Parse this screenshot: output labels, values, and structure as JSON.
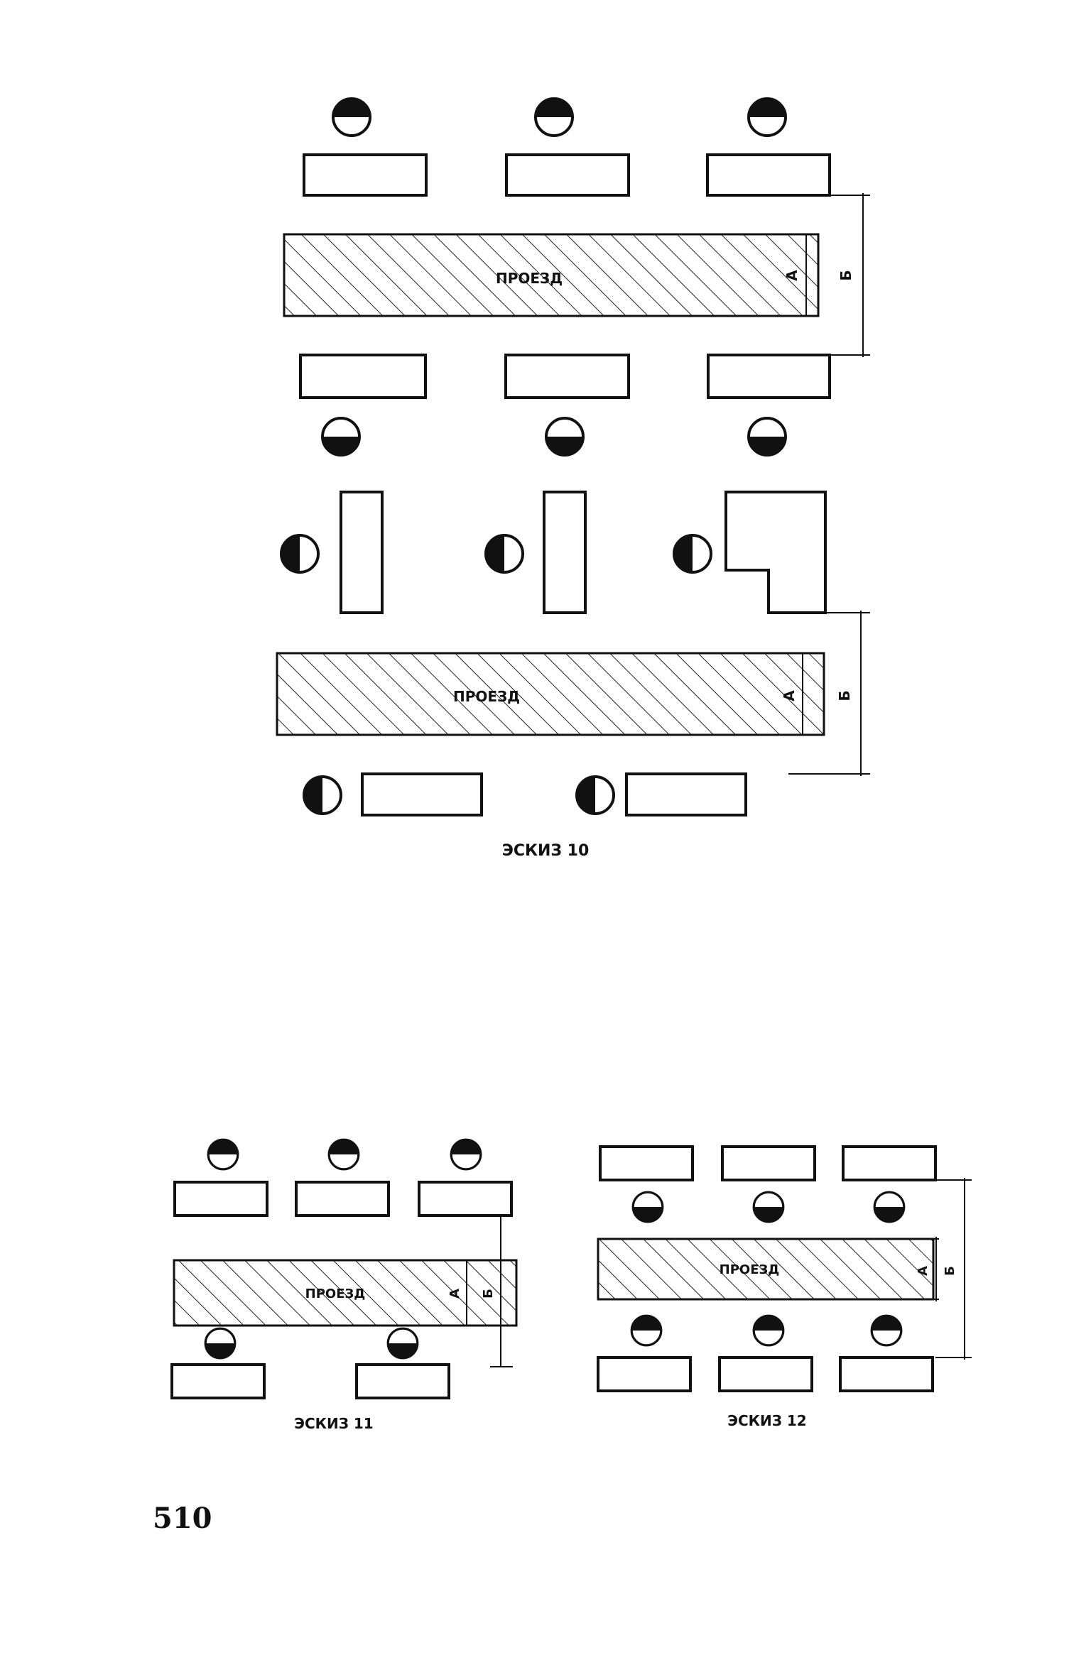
{
  "page_number": "510",
  "road_label": "ПРОЕЗД",
  "dim_a_label": "А",
  "dim_b_label": "Б",
  "sketches": {
    "s10": {
      "caption": "ЭСКИЗ 10"
    },
    "s11": {
      "caption": "ЭСКИЗ 11"
    },
    "s12": {
      "caption": "ЭСКИЗ 12"
    }
  },
  "colors": {
    "ink": "#111111",
    "paper": "#ffffff"
  },
  "icons": {
    "entrance_marker": "half-filled-circle-icon"
  }
}
